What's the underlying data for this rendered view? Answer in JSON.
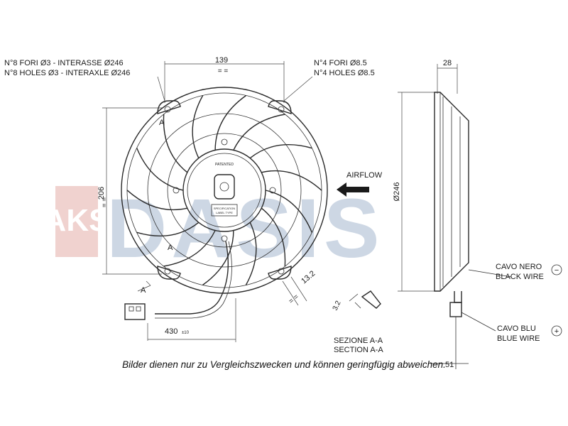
{
  "watermark": {
    "brand": "AKS DASIS",
    "color": "#c0392b"
  },
  "notes": {
    "holes_it": "N°8 FORI Ø3 - INTERASSE Ø246",
    "holes_en": "N°8 HOLES Ø3 - INTERAXLE Ø246",
    "fix_it": "N°4 FORI Ø8.5",
    "fix_en": "N°4 HOLES Ø8.5"
  },
  "dimensions": {
    "top_width": "139",
    "depth": "28",
    "height": "206",
    "diameter": "Ø246",
    "hole_spacing": "13.2",
    "section_depth": "3.2",
    "cable_length": "430",
    "cable_tolerance": "±10",
    "bottom_depth": "51",
    "equal": "= ="
  },
  "labels": {
    "airflow": "AIRFLOW",
    "section_a": "A",
    "section_it": "SEZIONE A-A",
    "section_en": "SECTION A-A",
    "cable_black_it": "CAVO NERO",
    "cable_black_en": "BLACK WIRE",
    "cable_blue_it": "CAVO BLU",
    "cable_blue_en": "BLUE WIRE",
    "minus": "−",
    "plus": "+"
  },
  "motor_label": {
    "line1": "PATENTED",
    "line2": "SPECIFICATION",
    "line3": "LABEL TYPE"
  },
  "caption": "Bilder dienen nur zu Vergleichszwecken und können geringfügig abweichen."
}
